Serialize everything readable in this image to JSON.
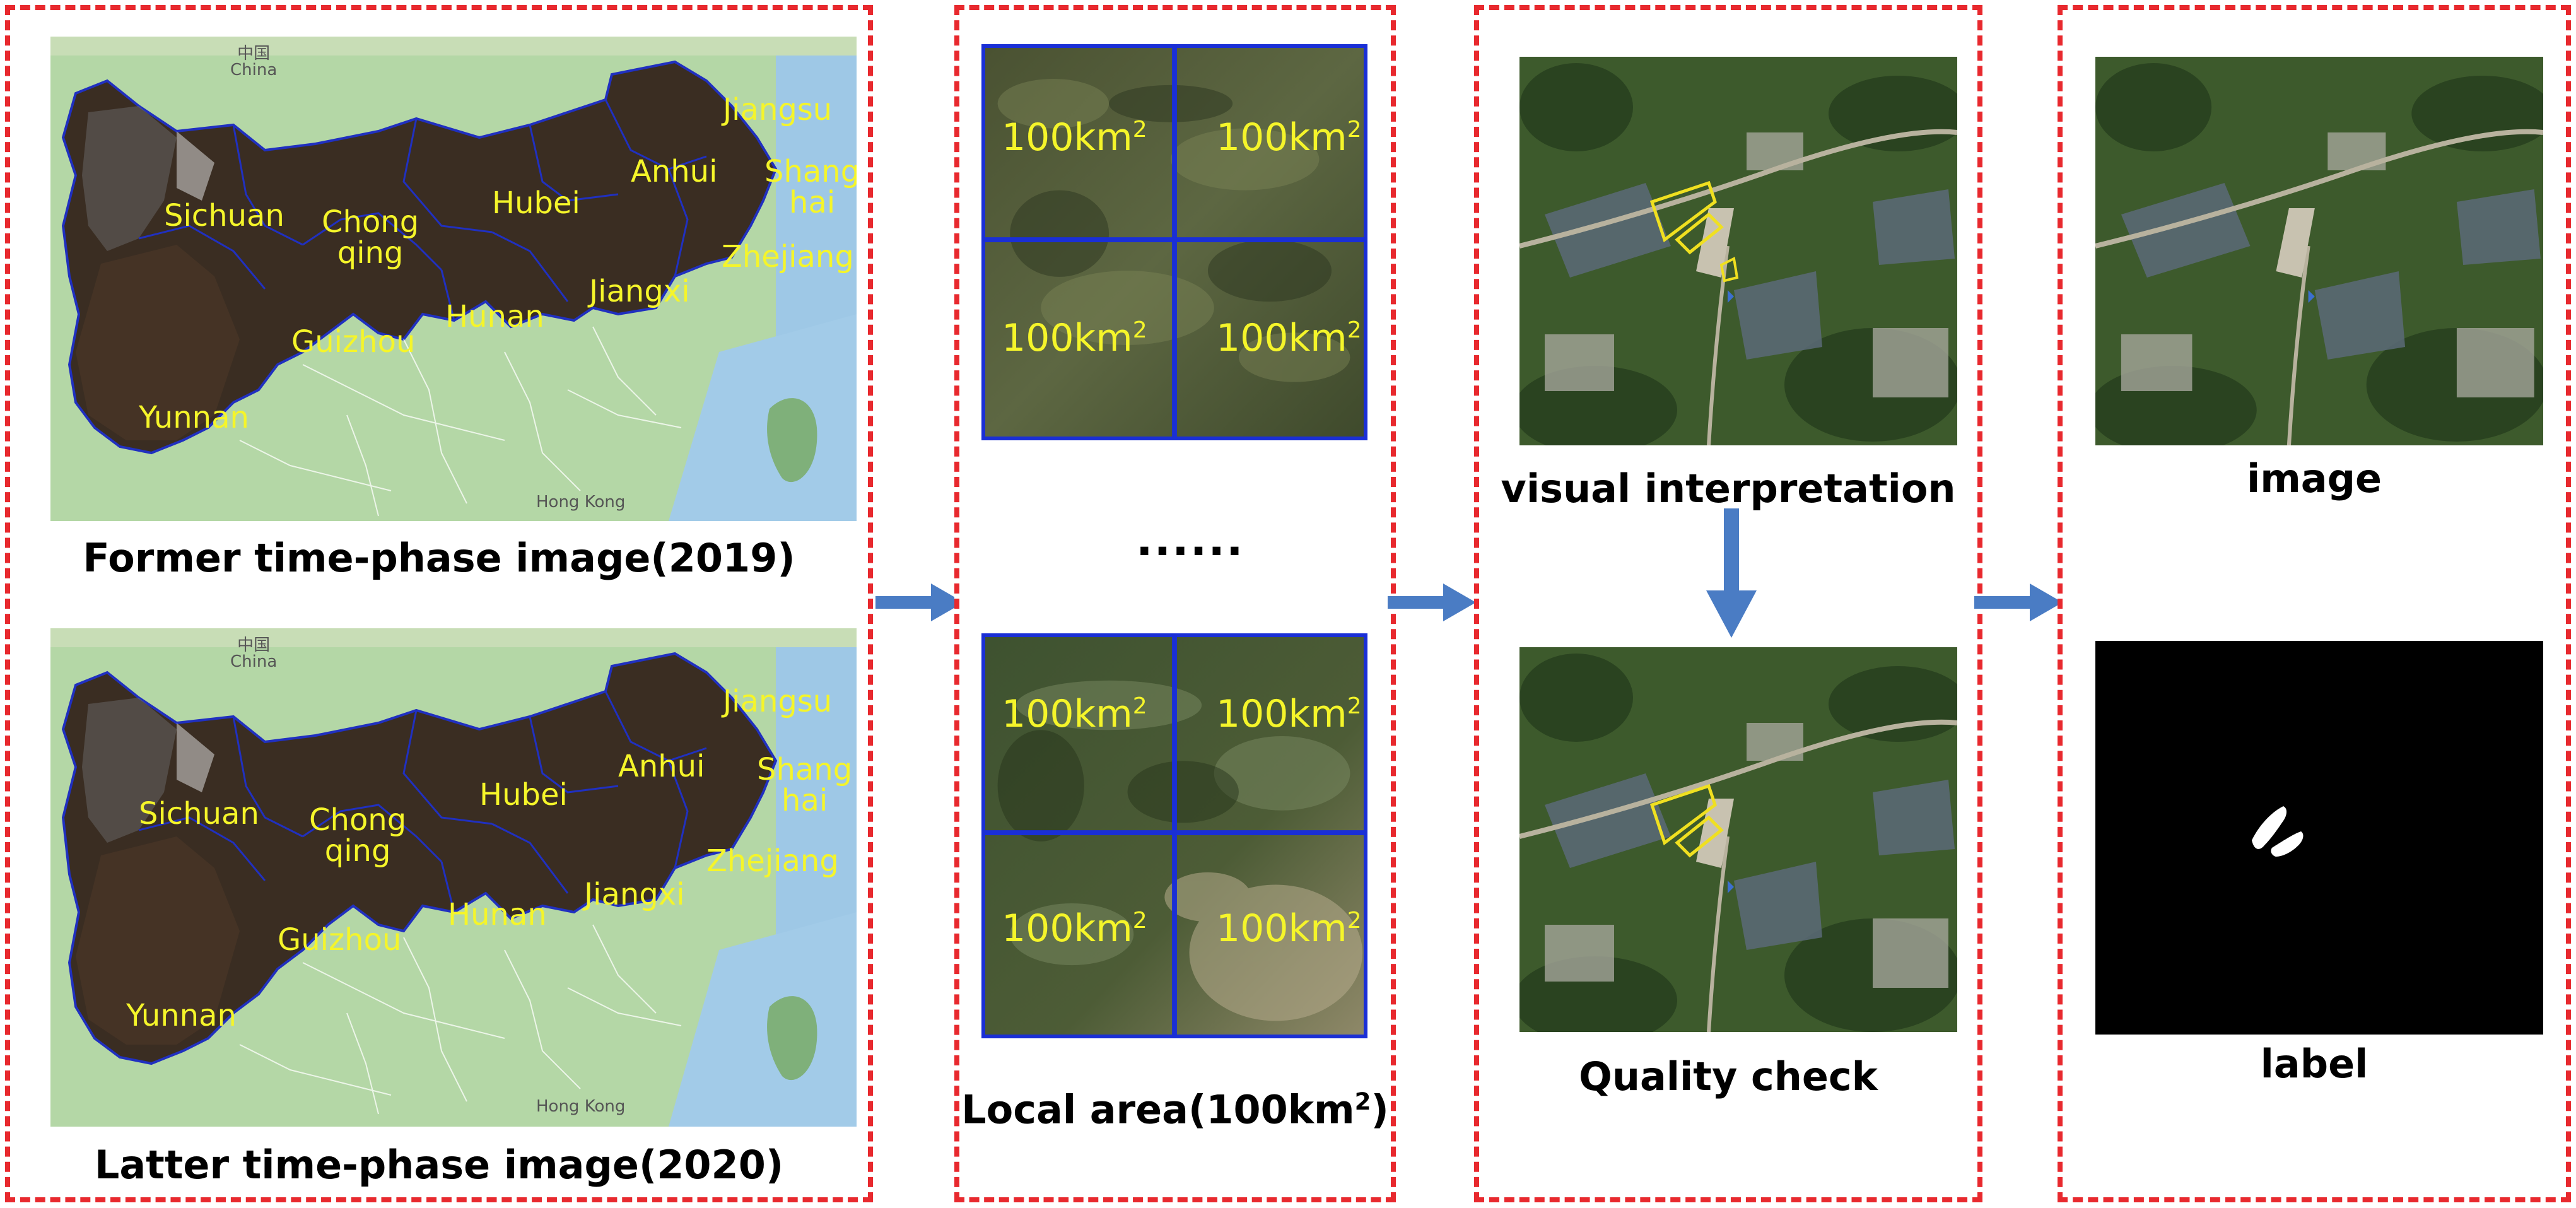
{
  "panel1": {
    "former_caption": "Former time-phase image(2019)",
    "latter_caption": "Latter time-phase image(2020)",
    "map_country_label": "中国",
    "map_country_label_en": "China",
    "map_hk_label": "Hong Kong",
    "regions": {
      "sichuan": "Sichuan",
      "chongqing": "Chong\nqing",
      "hubei": "Hubei",
      "anhui": "Anhui",
      "jiangsu": "Jiangsu",
      "shanghai": "Shang\nhai",
      "zhejiang": "Zhejiang",
      "jiangxi": "Jiangxi",
      "hunan": "Hunan",
      "guizhou": "Guizhou",
      "yunnan": "Yunnan"
    }
  },
  "panel2": {
    "tile_label_base": "100km",
    "tile_label_sup": "2",
    "ellipsis": "......",
    "caption_base": "Local area(100km",
    "caption_sup": "2",
    "caption_end": ")"
  },
  "panel3": {
    "visual_caption": "visual interpretation",
    "quality_caption": "Quality check"
  },
  "panel4": {
    "image_caption": "image",
    "label_caption": "label"
  },
  "colors": {
    "dashed_border": "#e8292e",
    "arrow": "#4a7cc4",
    "region_text": "#f5f52a",
    "tile_grid": "#1a2fd6",
    "annotation": "#f0e020"
  }
}
